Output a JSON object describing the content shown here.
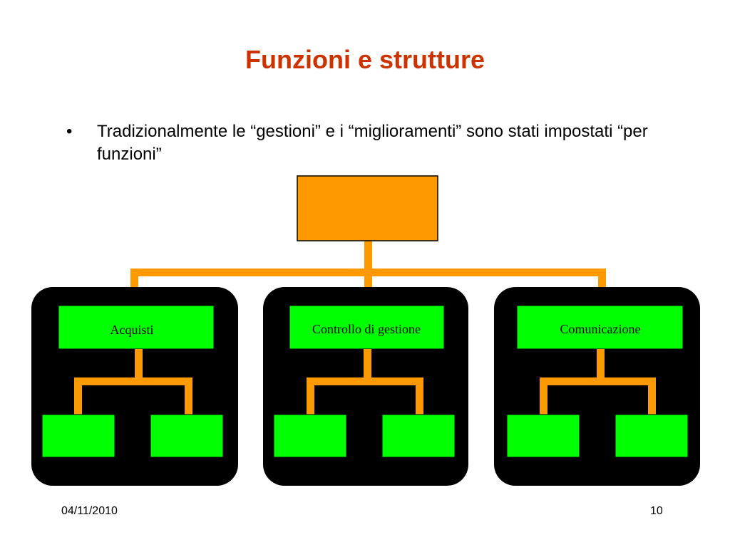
{
  "slide": {
    "title": "Funzioni e strutture",
    "bullets": [
      {
        "symbol": "•",
        "text": "Tradizionalmente le “gestioni” e i “miglioramenti” sono stati impostati “per funzioni”"
      }
    ]
  },
  "org_chart": {
    "top_box": {
      "label": ""
    },
    "departments": [
      {
        "label": "Acquisti",
        "sub_boxes": [
          "",
          ""
        ]
      },
      {
        "label": "Controllo di gestione",
        "sub_boxes": [
          "",
          ""
        ]
      },
      {
        "label": "Comunicazione",
        "sub_boxes": [
          "",
          ""
        ]
      }
    ],
    "colors": {
      "connector": "#ff9900",
      "top_box_fill": "#ff9900",
      "department_fill": "#00ff00",
      "panel_fill": "#000000"
    }
  },
  "footer": {
    "date": "04/11/2010",
    "page_number": "10"
  }
}
